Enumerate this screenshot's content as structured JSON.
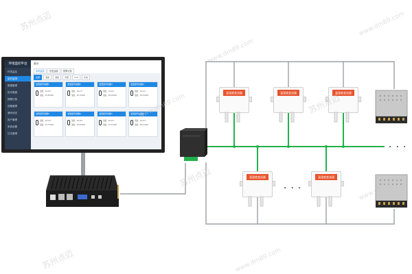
{
  "platform": {
    "title": "环境监控平台",
    "home": "首页",
    "nav": [
      "环境监控",
      "实时监测",
      "数据管理",
      "历史数据",
      "报警记录",
      "设备管理",
      "通讯状态",
      "用户管理",
      "系统设置",
      "日志管理"
    ],
    "tabs": [
      "实时监控",
      "历史曲线",
      "报警记录"
    ],
    "filters": [
      "全部",
      "温度",
      "湿度",
      "光照",
      "CO2",
      "状态"
    ],
    "cards": [
      {
        "title": "温湿度传感器1",
        "lines": [
          "温度：23.6℃",
          "湿度：55.8%RH"
        ]
      },
      {
        "title": "温湿度传感器2",
        "lines": [
          "温度：24.1℃",
          "湿度：52.3%RH"
        ]
      },
      {
        "title": "温湿度传感器3",
        "lines": [
          "温度：22.9℃",
          "湿度：58.0%RH"
        ]
      },
      {
        "title": "温湿度传感器4",
        "lines": [
          "温度：23.2℃",
          "湿度：56.4%RH"
        ]
      },
      {
        "title": "温湿度传感器5",
        "lines": [
          "温度：24.5℃",
          "湿度：51.7%RH"
        ]
      },
      {
        "title": "温湿度传感器6",
        "lines": [
          "温度：23.8℃",
          "湿度：54.9%RH"
        ]
      },
      {
        "title": "温湿度传感器7",
        "lines": [
          "温度：22.6℃",
          "湿度：57.2%RH"
        ]
      },
      {
        "title": "温湿度传感器8",
        "lines": [
          "温度：23.4℃",
          "湿度：55.1%RH"
        ]
      }
    ]
  },
  "sensor_label": "温湿度变送器",
  "ellipsis": "...",
  "watermark_cn": "苏州点迈",
  "watermark_url": "www.dm89.com",
  "colors": {
    "bus_line": "#22b04b",
    "cable": "#9aa0a6",
    "sensor_label": "#e8542e",
    "ui_accent": "#1f88e5",
    "sidebar": "#2e3d52"
  }
}
